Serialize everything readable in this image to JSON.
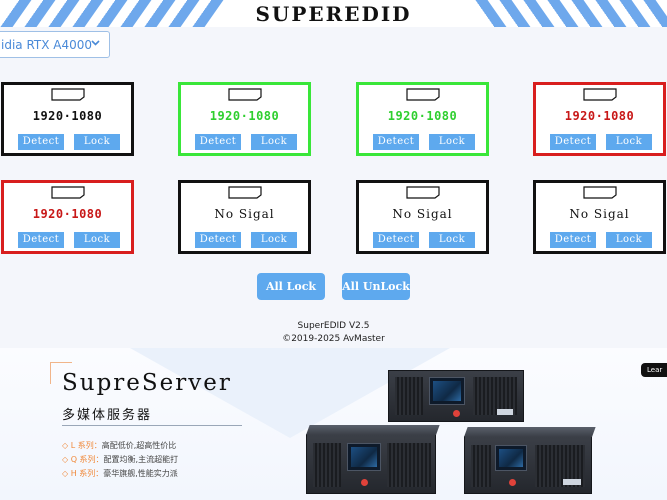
{
  "header": {
    "title": "SUPEREDID"
  },
  "gpu_select": {
    "value": "idia RTX A4000"
  },
  "ports": [
    {
      "status": "black",
      "text": "1920·1080",
      "detect": "Detect",
      "lock": "Lock"
    },
    {
      "status": "green",
      "text": "1920·1080",
      "detect": "Detect",
      "lock": "Lock"
    },
    {
      "status": "green",
      "text": "1920·1080",
      "detect": "Detect",
      "lock": "Lock"
    },
    {
      "status": "red",
      "text": "1920·1080",
      "detect": "Detect",
      "lock": "Lock"
    },
    {
      "status": "red",
      "text": "1920·1080",
      "detect": "Detect",
      "lock": "Lock"
    },
    {
      "status": "black",
      "text": "No Sigal",
      "detect": "Detect",
      "lock": "Lock"
    },
    {
      "status": "black",
      "text": "No Sigal",
      "detect": "Detect",
      "lock": "Lock"
    },
    {
      "status": "black",
      "text": "No Sigal",
      "detect": "Detect",
      "lock": "Lock"
    }
  ],
  "actions": {
    "all_lock": "All Lock",
    "all_unlock": "All UnLock"
  },
  "footer": {
    "version": "SuperEDID V2.5",
    "copyright": "©2019-2025 AvMaster"
  },
  "banner": {
    "title": "SupreServer",
    "subtitle": "多媒体服务器",
    "items": [
      {
        "key": "L 系列：",
        "text": "高配低价,超高性价比"
      },
      {
        "key": "Q 系列：",
        "text": "配置均衡,主流超能打"
      },
      {
        "key": "H 系列：",
        "text": "豪华旗舰,性能实力派"
      }
    ],
    "learn_more": "Lear"
  },
  "colors": {
    "accent": "#5ea9ee",
    "ok": "#39e639",
    "error": "#d81e1e",
    "idle": "#111111"
  },
  "icons": {
    "port": "displayport-icon",
    "dropdown": "chevron-down-icon"
  }
}
